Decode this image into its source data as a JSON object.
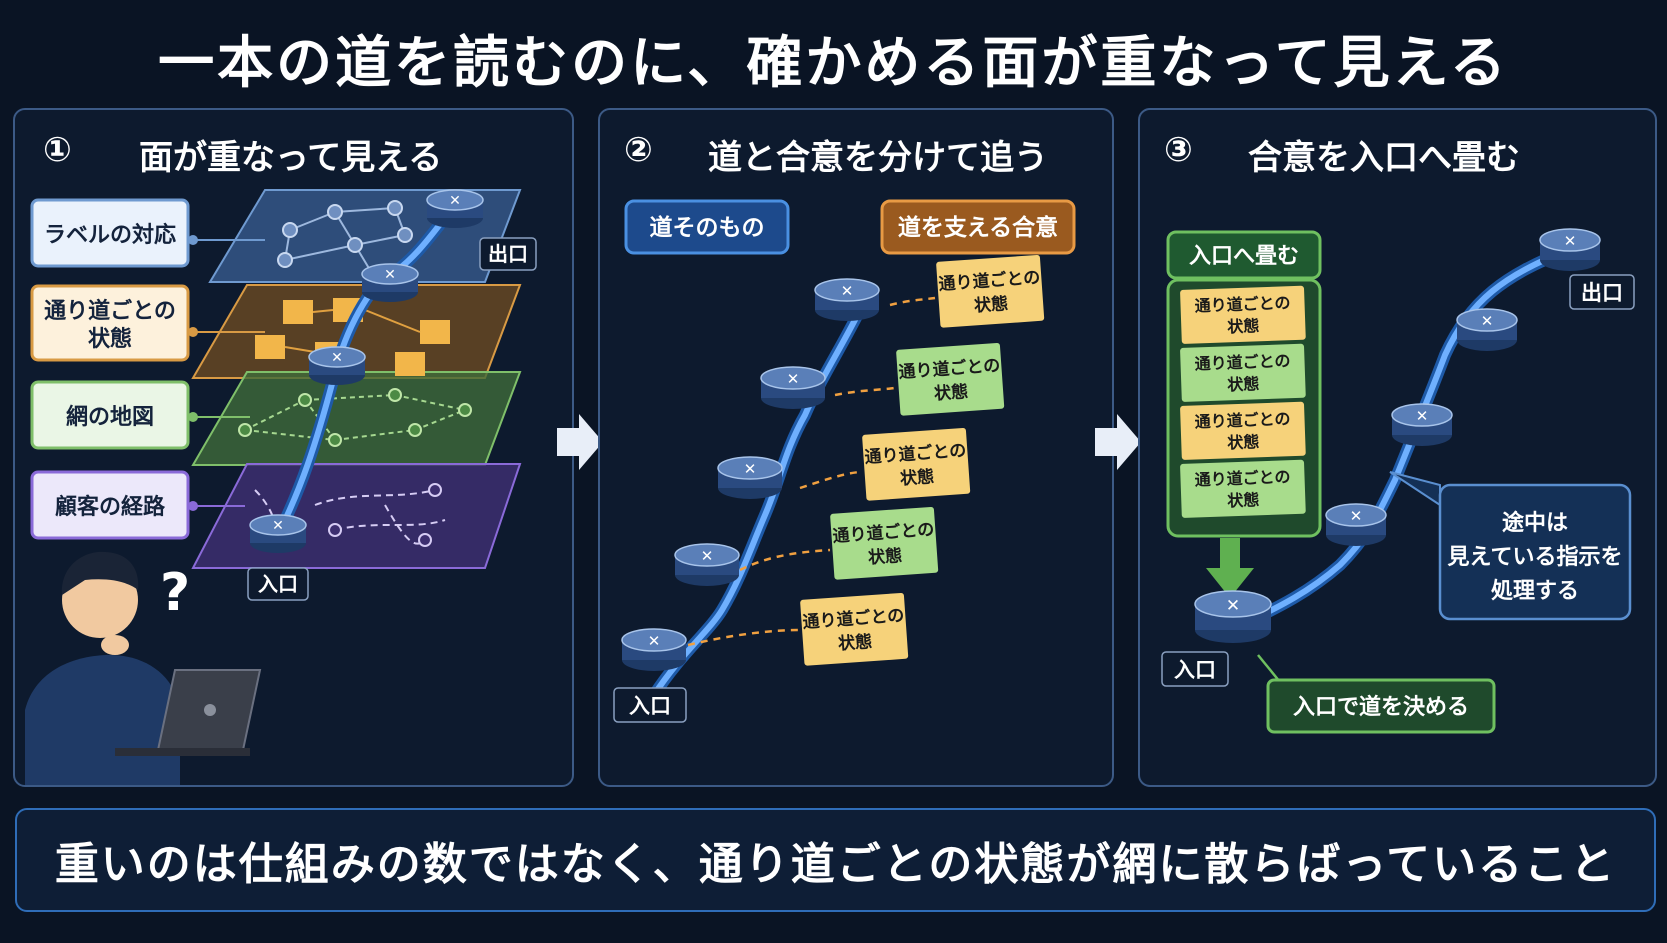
{
  "title": "一本の道を読むのに、確かめる面が重なって見える",
  "panel1": {
    "number": "①",
    "title": "面が重なって見える",
    "layers": [
      "ラベルの対応",
      "通り道ごとの\n状態",
      "網の地図",
      "顧客の経路"
    ],
    "exit_label": "出口",
    "entry_label": "入口",
    "question": "?"
  },
  "panel2": {
    "number": "②",
    "title": "道と合意を分けて追う",
    "path_label": "道そのもの",
    "agreement_label": "道を支える合意",
    "note": "通り道ごとの\n状態",
    "entry_label": "入口"
  },
  "panel3": {
    "number": "③",
    "title": "合意を入口へ畳む",
    "fold_label": "入口へ畳む",
    "note": "通り道ごとの\n状態",
    "exit_label": "出口",
    "entry_label": "入口",
    "callout": "途中は\n見えている指示を\n処理する",
    "decide_label": "入口で道を決める"
  },
  "footer": "重いのは仕組みの数ではなく、通り道ごとの状態が網に散らばっていること",
  "colors": {
    "background": "#0a1424",
    "panel_border": "#3c5a86",
    "path": "#4a90e2",
    "blue_label": "#1d4a8c",
    "orange_label": "#9a5a1f",
    "green_label": "#1f5a30",
    "note_yellow": "#f6d27a",
    "note_green": "#a8dc8c"
  }
}
